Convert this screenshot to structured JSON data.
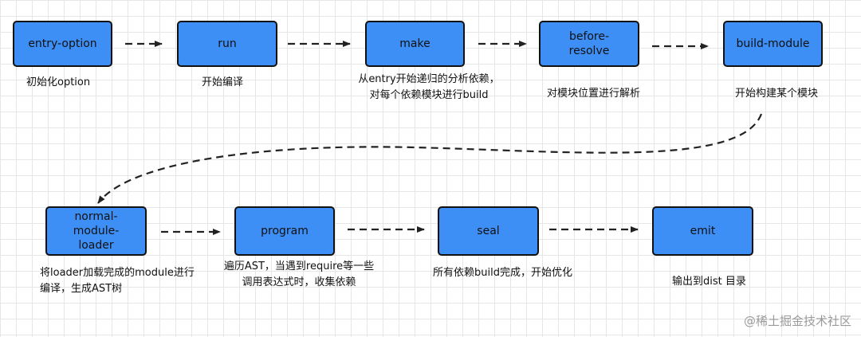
{
  "nodes": {
    "entry_option": "entry-option",
    "run": "run",
    "make": "make",
    "before_resolve": "before-\nresolve",
    "build_module": "build-module",
    "normal_module_loader": "normal-\nmodule-\nloader",
    "program": "program",
    "seal": "seal",
    "emit": "emit"
  },
  "descriptions": {
    "entry_option": "初始化option",
    "run": "开始编译",
    "make": "从entry开始递归的分析依赖，对每个依赖模块进行build",
    "before_resolve": "对模块位置进行解析",
    "build_module": "开始构建某个模块",
    "normal_module_loader": "将loader加载完成的module进行编译，生成AST树",
    "program": "遍历AST，当遇到require等一些调用表达式时，收集依赖",
    "seal": "所有依赖build完成，开始优化",
    "emit": "输出到dist 目录"
  },
  "watermark": "@稀土掘金技术社区",
  "colors": {
    "node_fill": "#3d8ff5",
    "border": "#111111"
  }
}
